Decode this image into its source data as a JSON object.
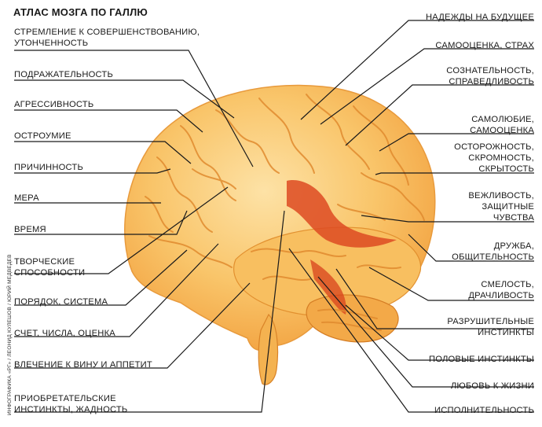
{
  "title": "АТЛАС МОЗГА ПО ГАЛЛЮ",
  "credit": "ИНФОГРАФИКА «РГ» / ЛЕОНИД КУЛЕШОВ / ЮРИЙ МЕДВЕДЕВ",
  "labels_left": [
    {
      "line1": "СТРЕМЛЕНИЕ К СОВЕРШЕНСТВОВАНИЮ,",
      "line2": "УТОНЧЕННОСТЬ"
    },
    {
      "line1": "ПОДРАЖАТЕЛЬНОСТЬ",
      "line2": ""
    },
    {
      "line1": "АГРЕССИВНОСТЬ",
      "line2": ""
    },
    {
      "line1": "ОСТРОУМИЕ",
      "line2": ""
    },
    {
      "line1": "ПРИЧИННОСТЬ",
      "line2": ""
    },
    {
      "line1": "МЕРА",
      "line2": ""
    },
    {
      "line1": "ВРЕМЯ",
      "line2": ""
    },
    {
      "line1": "ТВОРЧЕСКИЕ",
      "line2": "СПОСОБНОСТИ"
    },
    {
      "line1": "ПОРЯДОК, СИСТЕМА",
      "line2": ""
    },
    {
      "line1": "СЧЕТ, ЧИСЛА, ОЦЕНКА",
      "line2": ""
    },
    {
      "line1": "ВЛЕЧЕНИЕ К ВИНУ И АППЕТИТ",
      "line2": ""
    },
    {
      "line1": "ПРИОБРЕТАТЕЛЬСКИЕ",
      "line2": "ИНСТИНКТЫ, ЖАДНОСТЬ"
    }
  ],
  "labels_right": [
    {
      "line1": "НАДЕЖДЫ НА БУДУЩЕЕ",
      "line2": "",
      "line3": ""
    },
    {
      "line1": "САМООЦЕНКА, СТРАХ",
      "line2": "",
      "line3": ""
    },
    {
      "line1": "СОЗНАТЕЛЬНОСТЬ,",
      "line2": "СПРАВЕДЛИВОСТЬ",
      "line3": ""
    },
    {
      "line1": "САМОЛЮБИЕ,",
      "line2": "САМООЦЕНКА",
      "line3": ""
    },
    {
      "line1": "ОСТОРОЖНОСТЬ,",
      "line2": "СКРОМНОСТЬ,",
      "line3": "СКРЫТОСТЬ"
    },
    {
      "line1": "ВЕЖЛИВОСТЬ,",
      "line2": "ЗАЩИТНЫЕ",
      "line3": "ЧУВСТВА"
    },
    {
      "line1": "ДРУЖБА,",
      "line2": "ОБЩИТЕЛЬНОСТЬ",
      "line3": ""
    },
    {
      "line1": "СМЕЛОСТЬ,",
      "line2": "ДРАЧЛИВОСТЬ",
      "line3": ""
    },
    {
      "line1": "РАЗРУШИТЕЛЬНЫЕ",
      "line2": "ИНСТИНКТЫ",
      "line3": ""
    },
    {
      "line1": "ПОЛОВЫЕ ИНСТИНКТЫ",
      "line2": "",
      "line3": ""
    },
    {
      "line1": "ЛЮБОВЬ К ЖИЗНИ",
      "line2": "",
      "line3": ""
    },
    {
      "line1": "ИСПОЛНИТЕЛЬНОСТЬ",
      "line2": "",
      "line3": ""
    }
  ],
  "colors": {
    "brain_light": "#fbd48a",
    "brain_mid": "#f7b552",
    "brain_dark": "#e88a2c",
    "fissure": "#d8421c",
    "line": "#1a1a1a"
  }
}
